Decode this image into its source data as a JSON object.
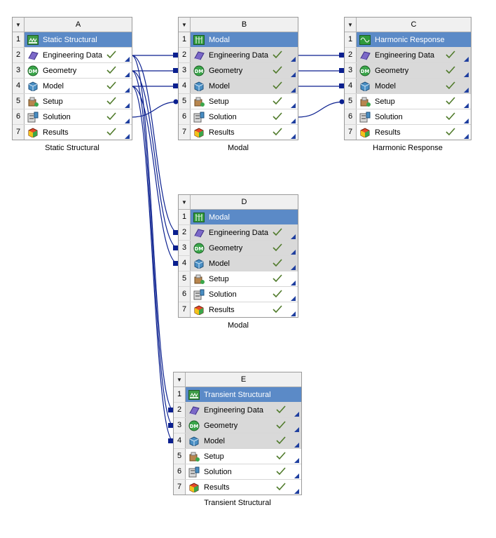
{
  "colors": {
    "title_row": "#5b8ac7",
    "link_line": "#0a1f8f",
    "check": "#4f7a2a",
    "shared_row": "#d9d9d9"
  },
  "systems": [
    {
      "id": "A",
      "letter": "A",
      "caption": "Static Structural",
      "rows": [
        {
          "num": "1",
          "label": "Static Structural",
          "icon": "static-structural-icon",
          "status": ""
        },
        {
          "num": "2",
          "label": "Engineering Data",
          "icon": "engineering-data-icon",
          "status": "up-to-date"
        },
        {
          "num": "3",
          "label": "Geometry",
          "icon": "geometry-icon",
          "status": "up-to-date"
        },
        {
          "num": "4",
          "label": "Model",
          "icon": "model-icon",
          "status": "up-to-date"
        },
        {
          "num": "5",
          "label": "Setup",
          "icon": "setup-icon",
          "status": "up-to-date"
        },
        {
          "num": "6",
          "label": "Solution",
          "icon": "solution-icon",
          "status": "up-to-date"
        },
        {
          "num": "7",
          "label": "Results",
          "icon": "results-icon",
          "status": "up-to-date"
        }
      ]
    },
    {
      "id": "B",
      "letter": "B",
      "caption": "Modal",
      "rows": [
        {
          "num": "1",
          "label": "Modal",
          "icon": "modal-icon",
          "status": ""
        },
        {
          "num": "2",
          "label": "Engineering Data",
          "icon": "engineering-data-icon",
          "status": "up-to-date"
        },
        {
          "num": "3",
          "label": "Geometry",
          "icon": "geometry-icon",
          "status": "up-to-date"
        },
        {
          "num": "4",
          "label": "Model",
          "icon": "model-icon",
          "status": "up-to-date"
        },
        {
          "num": "5",
          "label": "Setup",
          "icon": "setup-icon",
          "status": "up-to-date"
        },
        {
          "num": "6",
          "label": "Solution",
          "icon": "solution-icon",
          "status": "up-to-date"
        },
        {
          "num": "7",
          "label": "Results",
          "icon": "results-icon",
          "status": "up-to-date"
        }
      ]
    },
    {
      "id": "C",
      "letter": "C",
      "caption": "Harmonic Response",
      "rows": [
        {
          "num": "1",
          "label": "Harmonic Response",
          "icon": "harmonic-response-icon",
          "status": ""
        },
        {
          "num": "2",
          "label": "Engineering Data",
          "icon": "engineering-data-icon",
          "status": "up-to-date"
        },
        {
          "num": "3",
          "label": "Geometry",
          "icon": "geometry-icon",
          "status": "up-to-date"
        },
        {
          "num": "4",
          "label": "Model",
          "icon": "model-icon",
          "status": "up-to-date"
        },
        {
          "num": "5",
          "label": "Setup",
          "icon": "setup-icon",
          "status": "up-to-date"
        },
        {
          "num": "6",
          "label": "Solution",
          "icon": "solution-icon",
          "status": "up-to-date"
        },
        {
          "num": "7",
          "label": "Results",
          "icon": "results-icon",
          "status": "up-to-date"
        }
      ]
    },
    {
      "id": "D",
      "letter": "D",
      "caption": "Modal",
      "rows": [
        {
          "num": "1",
          "label": "Modal",
          "icon": "modal-icon",
          "status": ""
        },
        {
          "num": "2",
          "label": "Engineering Data",
          "icon": "engineering-data-icon",
          "status": "up-to-date"
        },
        {
          "num": "3",
          "label": "Geometry",
          "icon": "geometry-icon",
          "status": "up-to-date"
        },
        {
          "num": "4",
          "label": "Model",
          "icon": "model-icon",
          "status": "up-to-date"
        },
        {
          "num": "5",
          "label": "Setup",
          "icon": "setup-icon",
          "status": "up-to-date"
        },
        {
          "num": "6",
          "label": "Solution",
          "icon": "solution-icon",
          "status": "up-to-date"
        },
        {
          "num": "7",
          "label": "Results",
          "icon": "results-icon",
          "status": "up-to-date"
        }
      ]
    },
    {
      "id": "E",
      "letter": "E",
      "caption": "Transient Structural",
      "rows": [
        {
          "num": "1",
          "label": "Transient Structural",
          "icon": "transient-structural-icon",
          "status": ""
        },
        {
          "num": "2",
          "label": "Engineering Data",
          "icon": "engineering-data-icon",
          "status": "up-to-date"
        },
        {
          "num": "3",
          "label": "Geometry",
          "icon": "geometry-icon",
          "status": "up-to-date"
        },
        {
          "num": "4",
          "label": "Model",
          "icon": "model-icon",
          "status": "up-to-date"
        },
        {
          "num": "5",
          "label": "Setup",
          "icon": "setup-icon",
          "status": "up-to-date"
        },
        {
          "num": "6",
          "label": "Solution",
          "icon": "solution-icon",
          "status": "up-to-date"
        },
        {
          "num": "7",
          "label": "Results",
          "icon": "results-icon",
          "status": "up-to-date"
        }
      ]
    }
  ],
  "connections": [
    {
      "from": "A2",
      "to": "B2",
      "type": "share"
    },
    {
      "from": "A3",
      "to": "B3",
      "type": "share"
    },
    {
      "from": "A4",
      "to": "B4",
      "type": "share"
    },
    {
      "from": "A6",
      "to": "B5",
      "type": "transfer"
    },
    {
      "from": "B2",
      "to": "C2",
      "type": "share"
    },
    {
      "from": "B3",
      "to": "C3",
      "type": "share"
    },
    {
      "from": "B4",
      "to": "C4",
      "type": "share"
    },
    {
      "from": "B6",
      "to": "C5",
      "type": "transfer"
    },
    {
      "from": "A2",
      "to": "D2",
      "type": "share"
    },
    {
      "from": "A3",
      "to": "D3",
      "type": "share"
    },
    {
      "from": "A4",
      "to": "D4",
      "type": "share"
    },
    {
      "from": "A2",
      "to": "E2",
      "type": "share"
    },
    {
      "from": "A3",
      "to": "E3",
      "type": "share"
    },
    {
      "from": "A4",
      "to": "E4",
      "type": "share"
    }
  ]
}
